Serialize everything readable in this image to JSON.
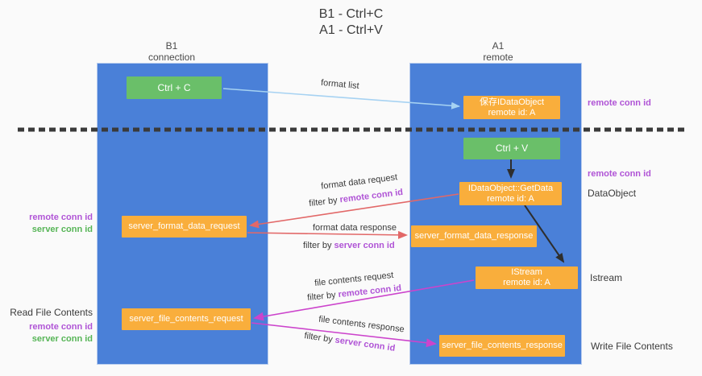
{
  "title": {
    "line1": "B1 - Ctrl+C",
    "line2": "A1 - Ctrl+V"
  },
  "columns": {
    "left": {
      "header_line1": "B1",
      "header_line2": "connection"
    },
    "right": {
      "header_line1": "A1",
      "header_line2": "remote"
    }
  },
  "nodes": {
    "ctrl_c": "Ctrl + C",
    "ctrl_v": "Ctrl + V",
    "save_dataobject": {
      "line1": "保存IDataObject",
      "line2": "remote id: A"
    },
    "getdata": {
      "line1": "IDataObject::GetData",
      "line2": "remote id: A"
    },
    "istream": {
      "line1": "IStream",
      "line2": "remote id: A"
    },
    "format_request": "server_format_data_request",
    "format_response": "server_format_data_response",
    "file_request": "server_file_contents_request",
    "file_response": "server_file_contents_response"
  },
  "labels": {
    "format_list": "format list",
    "format_data_request": "format data request",
    "format_data_response": "format data response",
    "file_contents_request": "file contents request",
    "file_contents_response": "file contents response",
    "filter_by": "filter by ",
    "remote_conn_id": "remote conn id",
    "server_conn_id": "server conn id",
    "dataobject": "DataObject",
    "istream": "Istream",
    "read_file_contents": "Read File Contents",
    "write_file_contents": "Write File Contents"
  },
  "colors": {
    "column_blue": "#4a80d8",
    "node_orange": "#f9ae3c",
    "node_green": "#6abf69",
    "purple_label": "#b054d6",
    "green_label": "#56b556",
    "arrow_blue": "#a6d2f2",
    "arrow_red": "#e26868",
    "arrow_magenta": "#cc44cc",
    "arrow_black": "#2e2e2e",
    "divider_black": "#3a3a3a"
  }
}
